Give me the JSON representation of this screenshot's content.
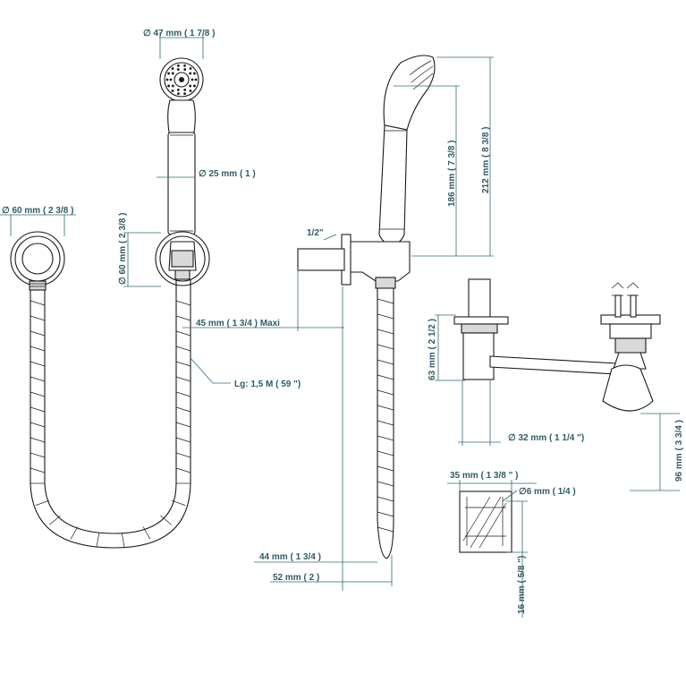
{
  "labels": {
    "diameter_47": "∅ 47 mm ( 1 7/8 )",
    "width_25": "∅ 25 mm ( 1 )",
    "diameter_60_top": "∅ 60 mm ( 2 3/8 )",
    "diameter_60_side": "∅ 60 mm ( 2 3/8 )",
    "hose_length": "Lg: 1,5 M ( 59 \")",
    "projection_45": "45 mm ( 1 3/4 )  Maxi",
    "thread": "1/2\"",
    "height_186": "186 mm ( 7 3/8 )",
    "height_212": "212 mm ( 8 3/8 )",
    "height_63": "63 mm ( 2 1/2 )",
    "diameter_32": "∅ 32 mm ( 1 1/4 \")",
    "height_96": "96 mm ( 3 3/4 )",
    "width_35": "35 mm ( 1 3/8 \" )",
    "diameter_6": "∅6 mm ( 1/4 )",
    "depth_16": "16 mm ( 5/8 \")",
    "width_44": "44 mm ( 1 3/4 )",
    "width_52": "52 mm ( 2 )"
  }
}
